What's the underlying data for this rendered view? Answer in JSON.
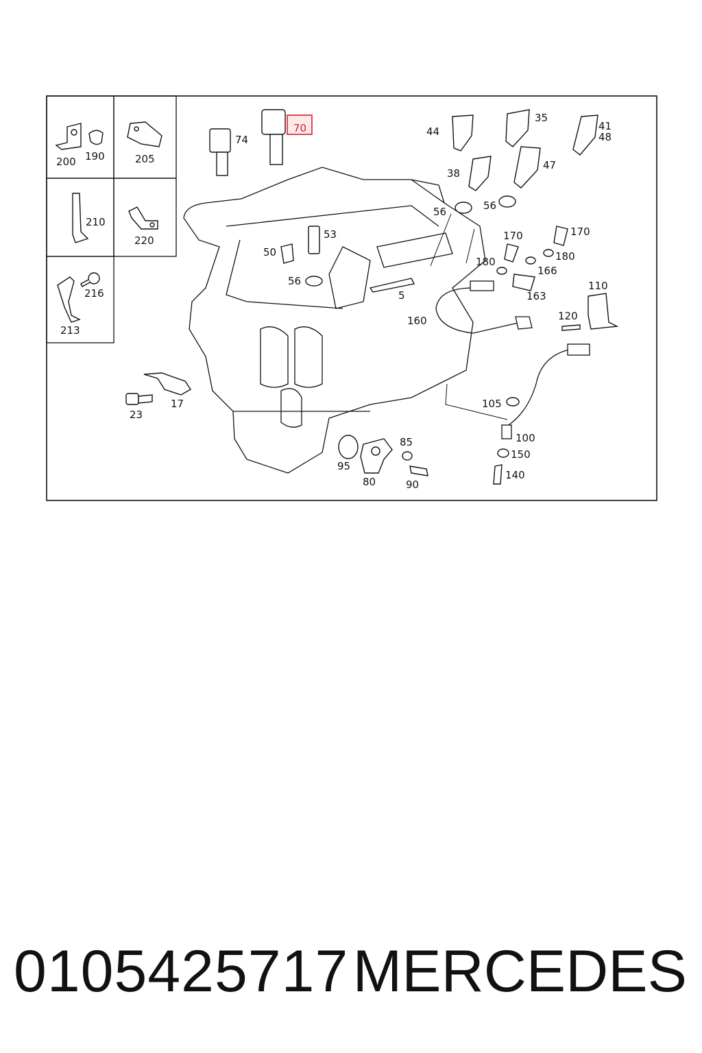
{
  "diagram": {
    "highlight_color": "#d21f2a",
    "callouts": [
      {
        "id": "c200",
        "text": "200"
      },
      {
        "id": "c190",
        "text": "190"
      },
      {
        "id": "c205",
        "text": "205"
      },
      {
        "id": "c210",
        "text": "210"
      },
      {
        "id": "c220",
        "text": "220"
      },
      {
        "id": "c216",
        "text": "216"
      },
      {
        "id": "c213",
        "text": "213"
      },
      {
        "id": "c74",
        "text": "74"
      },
      {
        "id": "c70",
        "text": "70",
        "highlighted": true
      },
      {
        "id": "c44",
        "text": "44"
      },
      {
        "id": "c35",
        "text": "35"
      },
      {
        "id": "c41",
        "text": "41"
      },
      {
        "id": "c48",
        "text": "48"
      },
      {
        "id": "c38",
        "text": "38"
      },
      {
        "id": "c47",
        "text": "47"
      },
      {
        "id": "c56a",
        "text": "56"
      },
      {
        "id": "c56b",
        "text": "56"
      },
      {
        "id": "c56c",
        "text": "56"
      },
      {
        "id": "c53",
        "text": "53"
      },
      {
        "id": "c50",
        "text": "50"
      },
      {
        "id": "c170a",
        "text": "170"
      },
      {
        "id": "c170b",
        "text": "170"
      },
      {
        "id": "c180a",
        "text": "180"
      },
      {
        "id": "c180b",
        "text": "180"
      },
      {
        "id": "c166",
        "text": "166"
      },
      {
        "id": "c163",
        "text": "163"
      },
      {
        "id": "c5",
        "text": "5"
      },
      {
        "id": "c110",
        "text": "110"
      },
      {
        "id": "c160",
        "text": "160"
      },
      {
        "id": "c120",
        "text": "120"
      },
      {
        "id": "c17",
        "text": "17"
      },
      {
        "id": "c23",
        "text": "23"
      },
      {
        "id": "c105",
        "text": "105"
      },
      {
        "id": "c100",
        "text": "100"
      },
      {
        "id": "c150",
        "text": "150"
      },
      {
        "id": "c140",
        "text": "140"
      },
      {
        "id": "c85",
        "text": "85"
      },
      {
        "id": "c95",
        "text": "95"
      },
      {
        "id": "c80",
        "text": "80"
      },
      {
        "id": "c90",
        "text": "90"
      }
    ]
  },
  "footer": {
    "part_number": "0105425717",
    "brand": "MERCEDES"
  }
}
